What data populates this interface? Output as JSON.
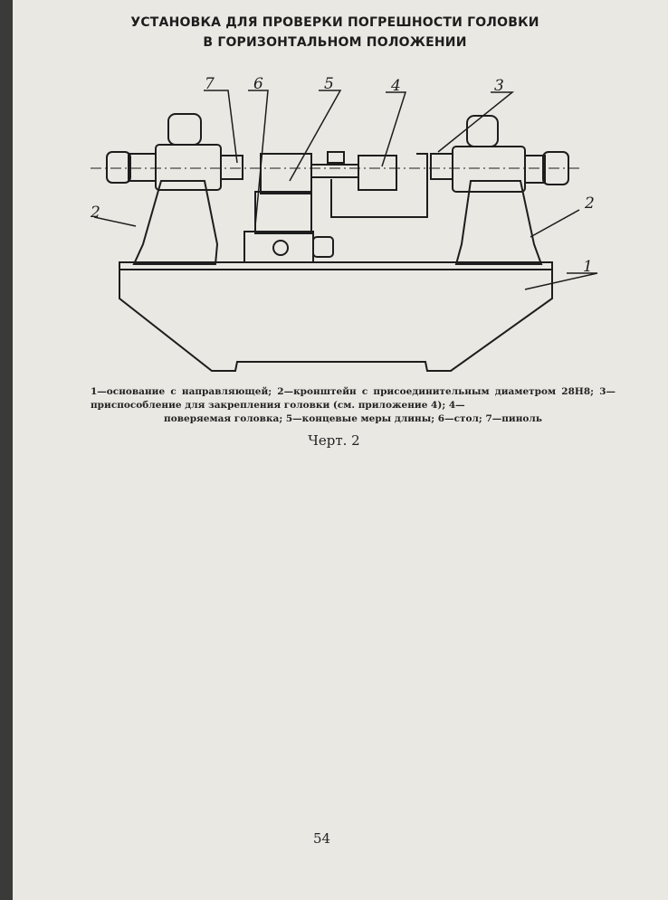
{
  "title": {
    "line1": "УСТАНОВКА ДЛЯ ПРОВЕРКИ ПОГРЕШНОСТИ ГОЛОВКИ",
    "line2": "В ГОРИЗОНТАЛЬНОМ ПОЛОЖЕНИИ"
  },
  "figure": {
    "labels": [
      "1",
      "2",
      "2",
      "3",
      "4",
      "5",
      "6",
      "7"
    ]
  },
  "caption": {
    "line1": "1—основание с направляющей; 2—кронштейн с присоединительным диаметром 28Н8; 3—приспособление для закрепления головки (см. приложение 4); 4—",
    "line3": "поверяемая головка; 5—концевые меры длины; 6—стол; 7—пиноль"
  },
  "figure_number": "Черт. 2",
  "page_number": "54"
}
